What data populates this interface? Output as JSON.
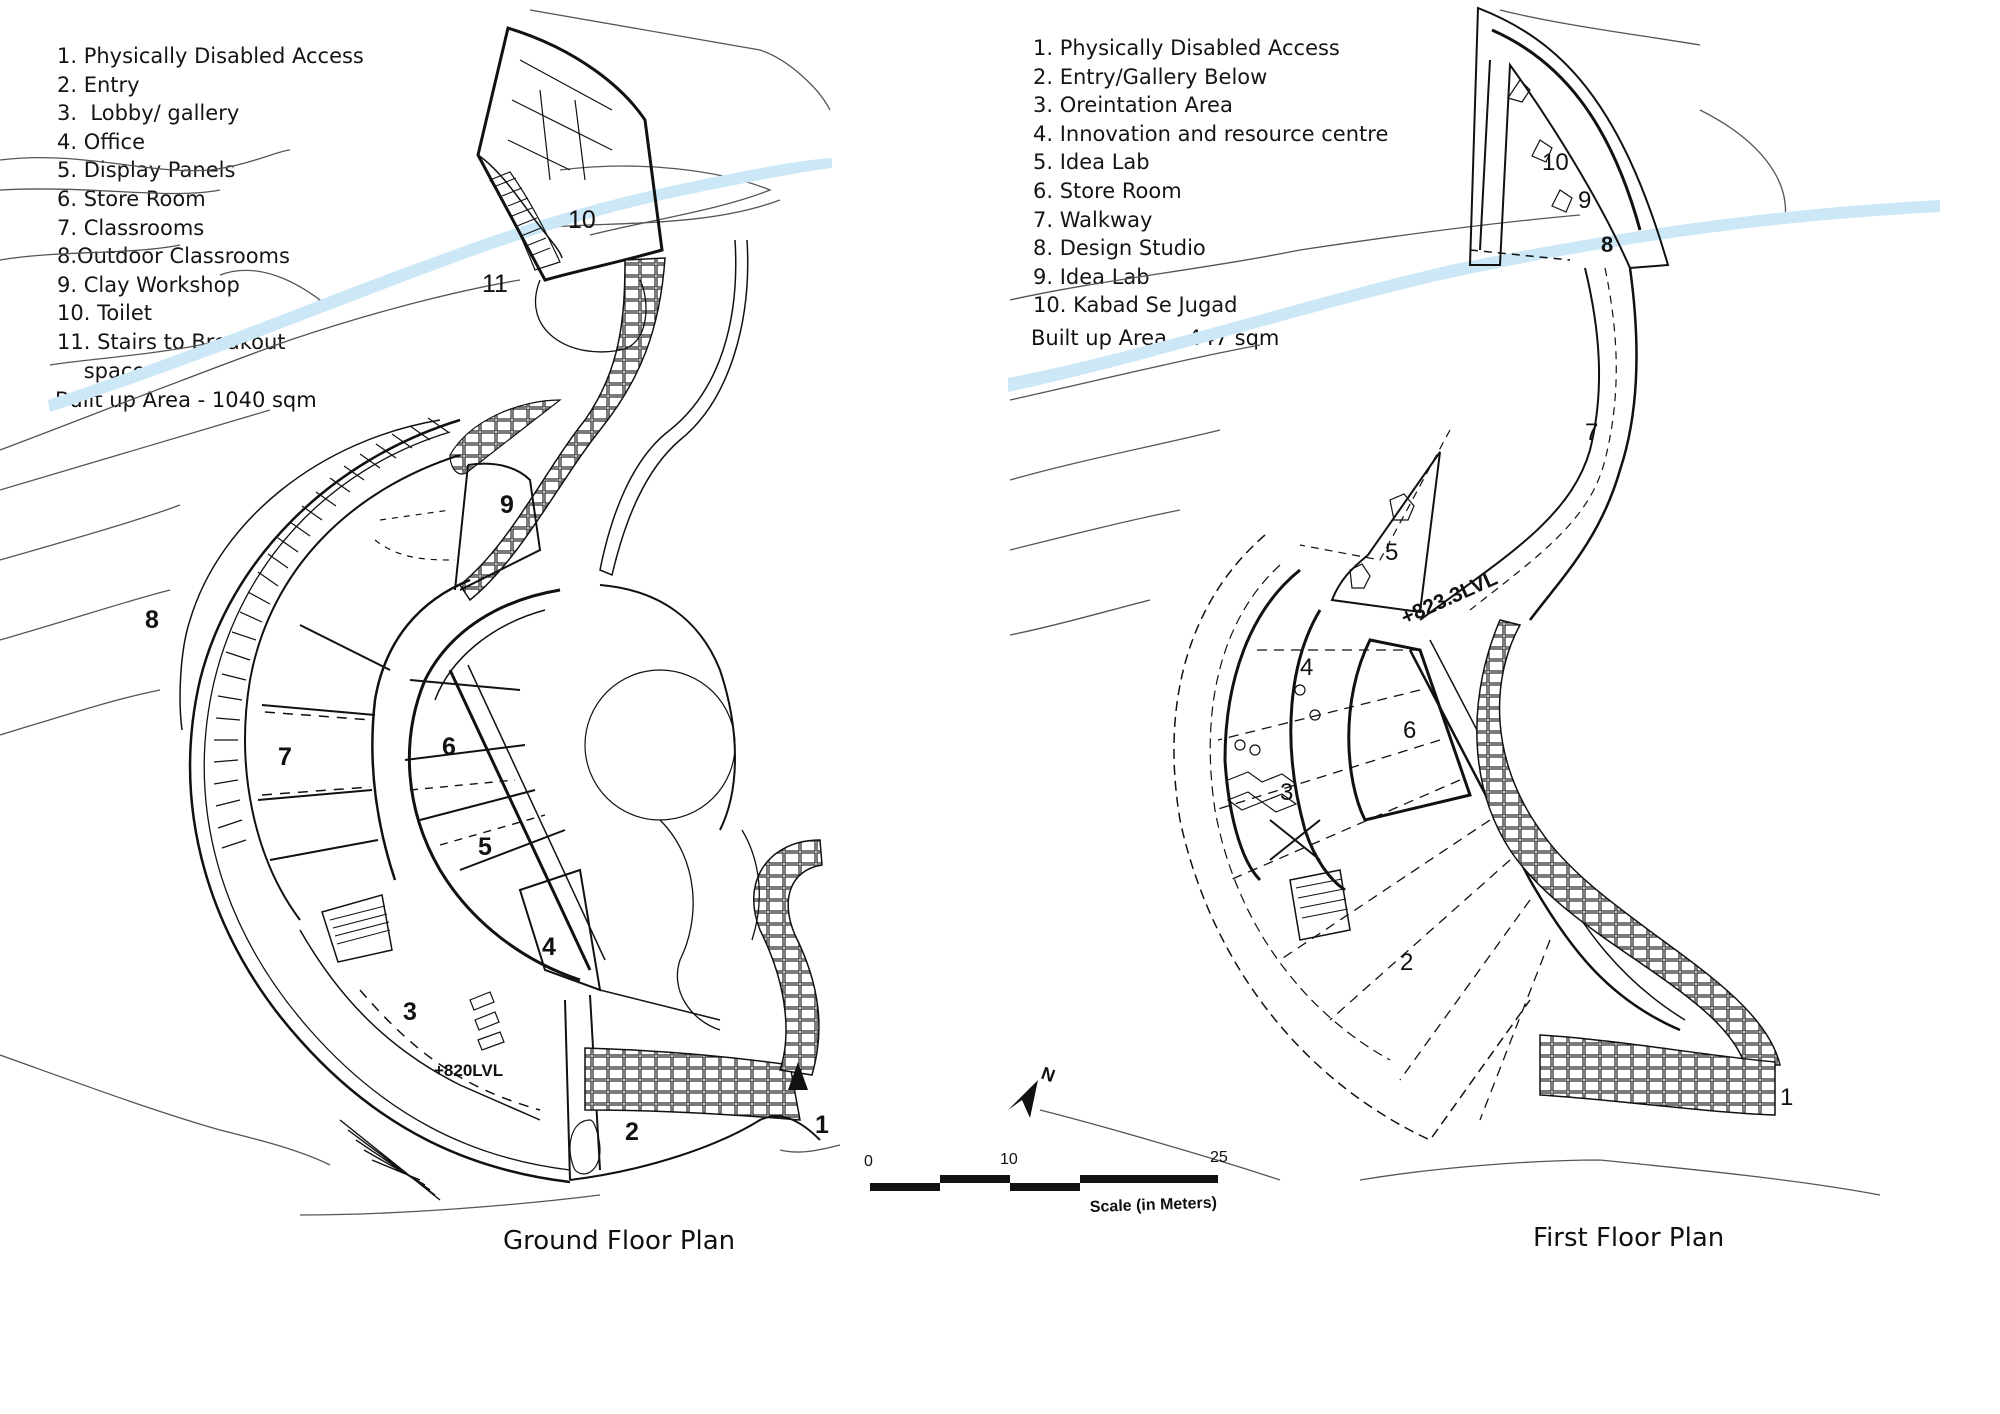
{
  "ground_floor": {
    "legend": [
      "1. Physically Disabled Access",
      "2. Entry",
      "3.  Lobby/ gallery",
      "4. Office",
      "5. Display Panels",
      "6. Store Room",
      "7. Classrooms",
      "8.Outdoor Classrooms",
      "9. Clay Workshop",
      "10. Toilet",
      "11. Stairs to Breakout",
      "    space"
    ],
    "built_up_area": "Built up Area - 1040 sqm",
    "title": "Ground Floor Plan",
    "level": "+820LVL",
    "labels": [
      "1",
      "2",
      "3",
      "4",
      "5",
      "6",
      "7",
      "8",
      "9",
      "10",
      "11"
    ]
  },
  "first_floor": {
    "legend": [
      "1. Physically Disabled Access",
      "2. Entry/Gallery Below",
      "3. Oreintation Area",
      "4. Innovation and resource centre",
      "5. Idea Lab",
      "6. Store Room",
      "7. Walkway",
      "8. Design Studio",
      "9. Idea Lab",
      "10. Kabad Se Jugad"
    ],
    "built_up_area": "Built up Area - 447 sqm",
    "title": "First Floor Plan",
    "level": "+823.3LVL",
    "labels": [
      "1",
      "2",
      "3",
      "4",
      "5",
      "6",
      "7",
      "8",
      "9",
      "10"
    ]
  },
  "scale_bar": {
    "ticks": [
      "0",
      "10",
      "25"
    ],
    "label": "Scale (in Meters)"
  },
  "north_arrow": {
    "label": "N"
  },
  "colors": {
    "water": "#cce8f7",
    "line": "#111111",
    "terrain": "#555555"
  }
}
